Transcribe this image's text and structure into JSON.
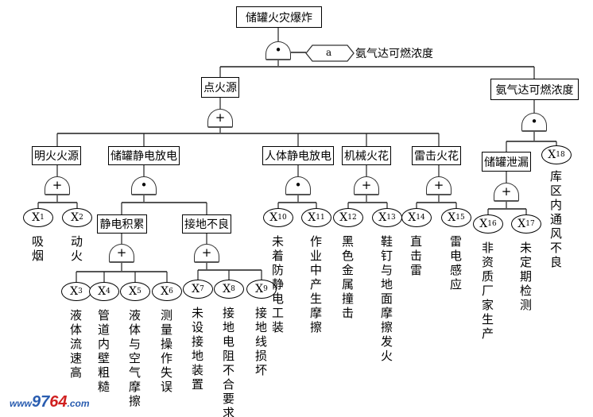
{
  "top_event": "储罐火灾爆炸",
  "condition": {
    "symbol": "a",
    "label": "氨气达可燃浓度"
  },
  "intermediate": {
    "ignition": "点火源",
    "ammonia": "氨气达可燃浓度",
    "open_fire": "明火火源",
    "tank_static": "储罐静电放电",
    "body_static": "人体静电放电",
    "mech_spark": "机械火花",
    "lightning": "雷击火花",
    "tank_leak": "储罐泄漏",
    "static_accum": "静电积累",
    "poor_ground": "接地不良"
  },
  "gates": {
    "and": "•",
    "or": "+"
  },
  "basic_events": [
    {
      "id": "X",
      "sub": "1",
      "label": "吸烟"
    },
    {
      "id": "X",
      "sub": "2",
      "label": "动火"
    },
    {
      "id": "X",
      "sub": "3",
      "label": "液体流速高"
    },
    {
      "id": "X",
      "sub": "4",
      "label": "管道内壁粗糙"
    },
    {
      "id": "X",
      "sub": "5",
      "label": "液体与空气摩擦"
    },
    {
      "id": "X",
      "sub": "6",
      "label": "测量操作失误"
    },
    {
      "id": "X",
      "sub": "7",
      "label": "未设接地装置"
    },
    {
      "id": "X",
      "sub": "8",
      "label": "接地电阻不合要求"
    },
    {
      "id": "X",
      "sub": "9",
      "label": "接地线损坏"
    },
    {
      "id": "X",
      "sub": "10",
      "label": "未着防静电工装"
    },
    {
      "id": "X",
      "sub": "11",
      "label": "作业中产生摩擦"
    },
    {
      "id": "X",
      "sub": "12",
      "label": "黑色金属撞击"
    },
    {
      "id": "X",
      "sub": "13",
      "label": "鞋钉与地面摩擦发火"
    },
    {
      "id": "X",
      "sub": "14",
      "label": "直击雷"
    },
    {
      "id": "X",
      "sub": "15",
      "label": "雷电感应"
    },
    {
      "id": "X",
      "sub": "16",
      "label": "非资质厂家生产"
    },
    {
      "id": "X",
      "sub": "17",
      "label": "未定期检测"
    },
    {
      "id": "X",
      "sub": "18",
      "label": "库区内通风不良"
    }
  ],
  "watermark": {
    "prefix": "www",
    "num1": "97",
    "num2": "64",
    "suffix": ".com"
  }
}
